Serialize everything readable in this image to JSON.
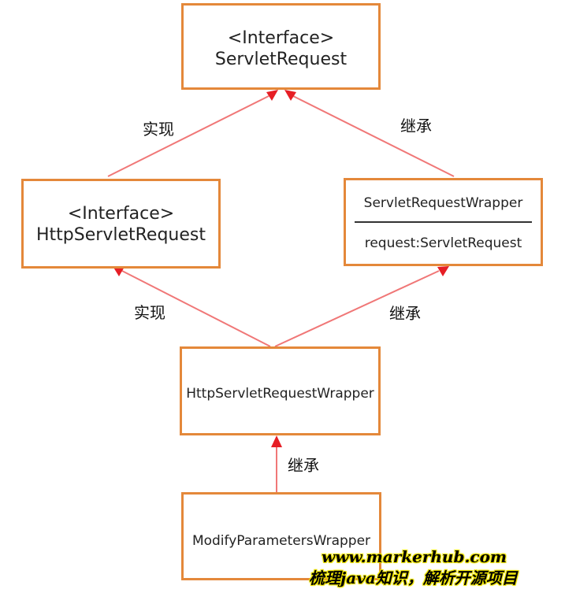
{
  "diagram": {
    "nodes": {
      "servlet_request": {
        "stereotype": "<Interface>",
        "name": "ServletRequest"
      },
      "http_servlet_request": {
        "stereotype": "<Interface>",
        "name": "HttpServletRequest"
      },
      "servlet_request_wrapper": {
        "name": "ServletRequestWrapper",
        "field": "request:ServletRequest"
      },
      "http_servlet_request_wrapper": {
        "name": "HttpServletRequestWrapper"
      },
      "modify_parameters_wrapper": {
        "name": "ModifyParametersWrapper"
      }
    },
    "edges": [
      {
        "from": "HttpServletRequest",
        "to": "ServletRequest",
        "label": "实现"
      },
      {
        "from": "ServletRequestWrapper",
        "to": "ServletRequest",
        "label": "继承"
      },
      {
        "from": "HttpServletRequestWrapper",
        "to": "HttpServletRequest",
        "label": "实现"
      },
      {
        "from": "HttpServletRequestWrapper",
        "to": "ServletRequestWrapper",
        "label": "继承"
      },
      {
        "from": "ModifyParametersWrapper",
        "to": "HttpServletRequestWrapper",
        "label": "继承"
      }
    ],
    "colors": {
      "box_border": "#e4883a",
      "connector": "#f07777",
      "arrowhead": "#e61e25",
      "watermark_outline": "#f0e500"
    }
  },
  "watermark": {
    "site": "www.markerhub.com",
    "slogan": "梳理java知识，解析开源项目"
  }
}
